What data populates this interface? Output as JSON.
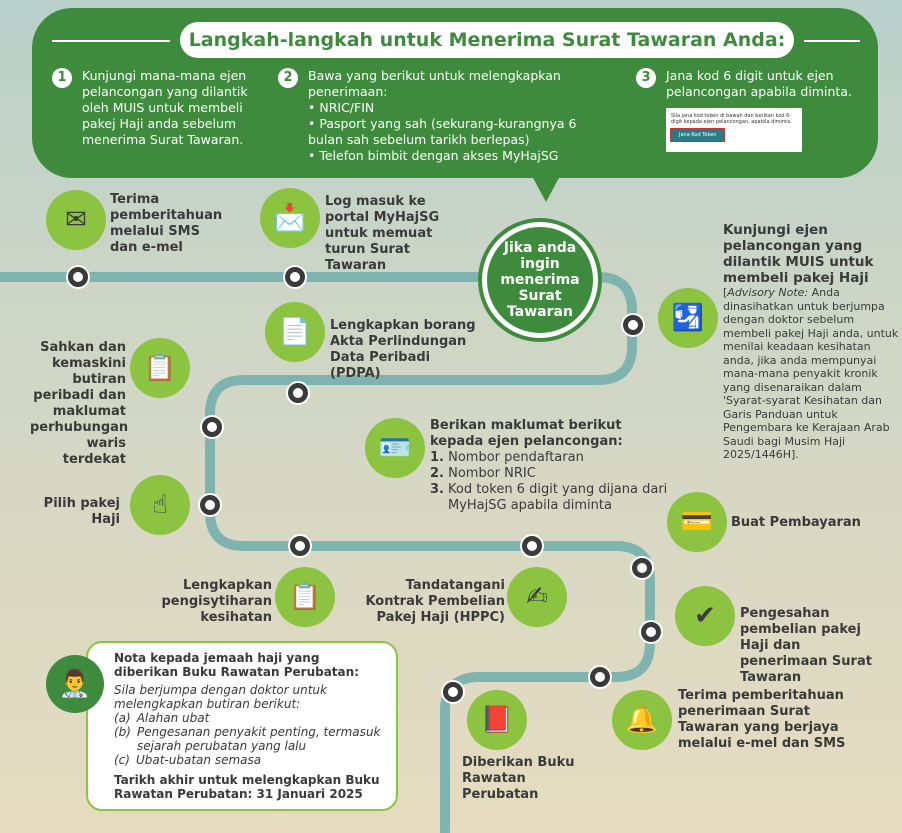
{
  "title": "Langkah-langkah untuk Menerima Surat Tawaran Anda:",
  "steps": [
    {
      "num": "1",
      "text": "Kunjungi mana-mana ejen pelancongan yang dilantik oleh MUIS untuk membeli pakej Haji anda sebelum menerima Surat Tawaran."
    },
    {
      "num": "2",
      "text": "Bawa yang berikut untuk melengkapkan penerimaan:",
      "bullets": [
        "NRIC/FIN",
        "Pasport yang sah (sekurang-kurangnya 6 bulan sah sebelum tarikh berlepas)",
        "Telefon bimbit dengan akses MyHajSG"
      ]
    },
    {
      "num": "3",
      "text": "Jana kod 6 digit untuk ejen pelancongan apabila diminta."
    }
  ],
  "mini_screen": {
    "text": "Sila jana kod token di bawah dan berikan kod 6-digit kepada ejen pelancongan, apabila diminta.",
    "button": "Jana Kod Token"
  },
  "hub": "Jika anda ingin menerima Surat Tawaran",
  "flow": {
    "sms": "Terima pemberitahuan melalui SMS dan e-mel",
    "login": "Log masuk ke portal MyHajSG untuk memuat turun Surat Tawaran",
    "pdpa": "Lengkapkan borang Akta Perlindungan Data Peribadi (PDPA)",
    "update": "Sahkan dan kemaskini butiran peribadi dan maklumat perhubungan waris terdekat",
    "choose": "Pilih pakej Haji",
    "give_title": "Berikan maklumat berikut kepada ejen pelancongan:",
    "give_items": [
      {
        "n": "1.",
        "t": "Nombor pendaftaran"
      },
      {
        "n": "2.",
        "t": "Nombor NRIC"
      },
      {
        "n": "3.",
        "t": "Kod token 6 digit yang dijana dari MyHajSG apabila diminta"
      }
    ],
    "health": "Lengkapkan pengisytiharan kesihatan",
    "hppc": "Tandatangani Kontrak Pembelian Pakej Haji (HPPC)",
    "visit_title": "Kunjungi ejen pelancongan yang dilantik MUIS untuk membeli pakej Haji",
    "visit_note_label": "Advisory Note:",
    "visit_note": "Anda dinasihatkan untuk berjumpa dengan doktor sebelum membeli pakej Haji anda, untuk menilai keadaan kesihatan anda, jika anda mempunyai mana-mana penyakit kronik yang disenaraikan dalam 'Syarat-syarat Kesihatan dan Garis Panduan untuk Pengembara ke Kerajaan Arab Saudi bagi Musim Haji 2025/1446H].",
    "pay": "Buat Pembayaran",
    "confirm": "Pengesahan pembelian pakej Haji dan penerimaan Surat Tawaran",
    "notify": "Terima pemberitahuan penerimaan Surat Tawaran yang berjaya melalui e-mel dan SMS",
    "book": "Diberikan Buku Rawatan Perubatan"
  },
  "note": {
    "title": "Nota kepada jemaah haji yang diberikan Buku Rawatan Perubatan:",
    "intro": "Sila berjumpa dengan doktor untuk melengkapkan butiran berikut:",
    "items": [
      {
        "k": "(a)",
        "t": "Alahan ubat"
      },
      {
        "k": "(b)",
        "t": "Pengesanan penyakit penting, termasuk sejarah perubatan yang lalu"
      },
      {
        "k": "(c)",
        "t": "Ubat-ubatan semasa"
      }
    ],
    "deadline": "Tarikh akhir untuk melengkapkan Buku Rawatan Perubatan: 31 Januari 2025"
  },
  "colors": {
    "green": "#3f8b3d",
    "light_green": "#8cc341",
    "path": "#7fb3b0"
  }
}
